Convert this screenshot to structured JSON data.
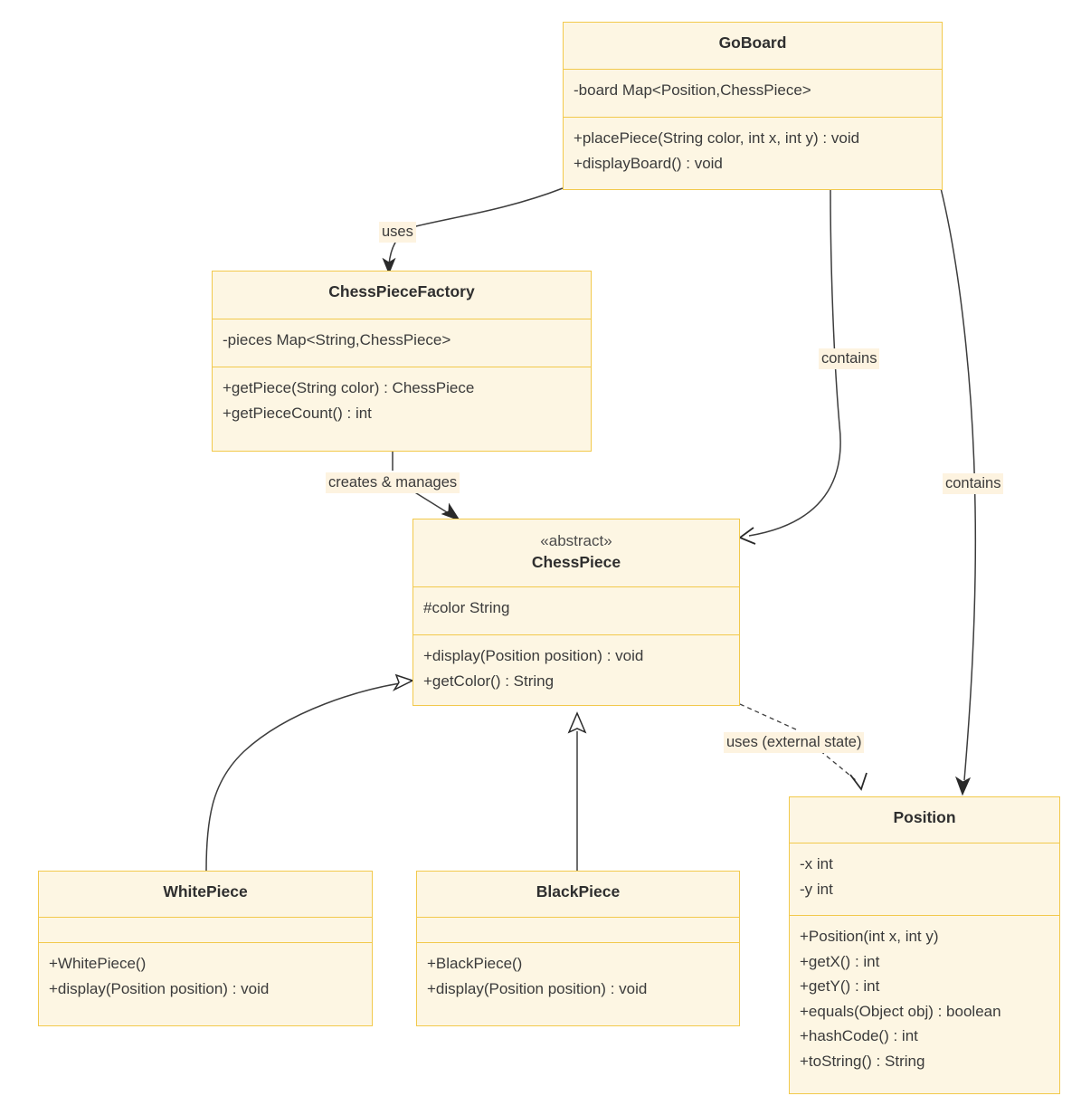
{
  "diagram": {
    "type": "uml-class-diagram",
    "title": "",
    "colors": {
      "class_fill": "#fdf6e3",
      "class_border": "#f2c94c",
      "edge_stroke": "#3d3d3d",
      "label_background": "#fdf3e0",
      "text": "#3b3b3b",
      "canvas": "#ffffff"
    }
  },
  "classes": [
    {
      "id": "goboard",
      "stereotype": "",
      "name": "GoBoard",
      "attributes": [
        "-board Map<Position,ChessPiece>"
      ],
      "methods": [
        "+placePiece(String color, int x, int y) : void",
        "+displayBoard() : void"
      ]
    },
    {
      "id": "chesspiecefactory",
      "stereotype": "",
      "name": "ChessPieceFactory",
      "attributes": [
        "-pieces Map<String,ChessPiece>"
      ],
      "methods": [
        "+getPiece(String color) : ChessPiece",
        "+getPieceCount() : int"
      ]
    },
    {
      "id": "chesspiece",
      "stereotype": "«abstract»",
      "name": "ChessPiece",
      "attributes": [
        "#color String"
      ],
      "methods": [
        "+display(Position position) : void",
        "+getColor() : String"
      ]
    },
    {
      "id": "whitepiece",
      "stereotype": "",
      "name": "WhitePiece",
      "attributes": [],
      "methods": [
        "+WhitePiece()",
        "+display(Position position) : void"
      ]
    },
    {
      "id": "blackpiece",
      "stereotype": "",
      "name": "BlackPiece",
      "attributes": [],
      "methods": [
        "+BlackPiece()",
        "+display(Position position) : void"
      ]
    },
    {
      "id": "position",
      "stereotype": "",
      "name": "Position",
      "attributes": [
        "-x int",
        "-y int"
      ],
      "methods": [
        "+Position(int x, int y)",
        "+getX() : int",
        "+getY() : int",
        "+equals(Object obj) : boolean",
        "+hashCode() : int",
        "+toString() : String"
      ]
    }
  ],
  "relationships": [
    {
      "id": "rel-uses",
      "label": "uses",
      "from": "goboard",
      "to": "chesspiecefactory",
      "kind": "association-directed"
    },
    {
      "id": "rel-contains-piece",
      "label": "contains",
      "from": "goboard",
      "to": "chesspiece",
      "kind": "association-directed"
    },
    {
      "id": "rel-contains-position",
      "label": "contains",
      "from": "goboard",
      "to": "position",
      "kind": "association-directed"
    },
    {
      "id": "rel-creates",
      "label": "creates & manages",
      "from": "chesspiecefactory",
      "to": "chesspiece",
      "kind": "association-directed"
    },
    {
      "id": "rel-uses-external",
      "label": "uses (external state)",
      "from": "chesspiece",
      "to": "position",
      "kind": "dependency-dashed"
    },
    {
      "id": "rel-inherit-white",
      "label": "",
      "from": "whitepiece",
      "to": "chesspiece",
      "kind": "generalization"
    },
    {
      "id": "rel-inherit-black",
      "label": "",
      "from": "blackpiece",
      "to": "chesspiece",
      "kind": "generalization"
    }
  ]
}
